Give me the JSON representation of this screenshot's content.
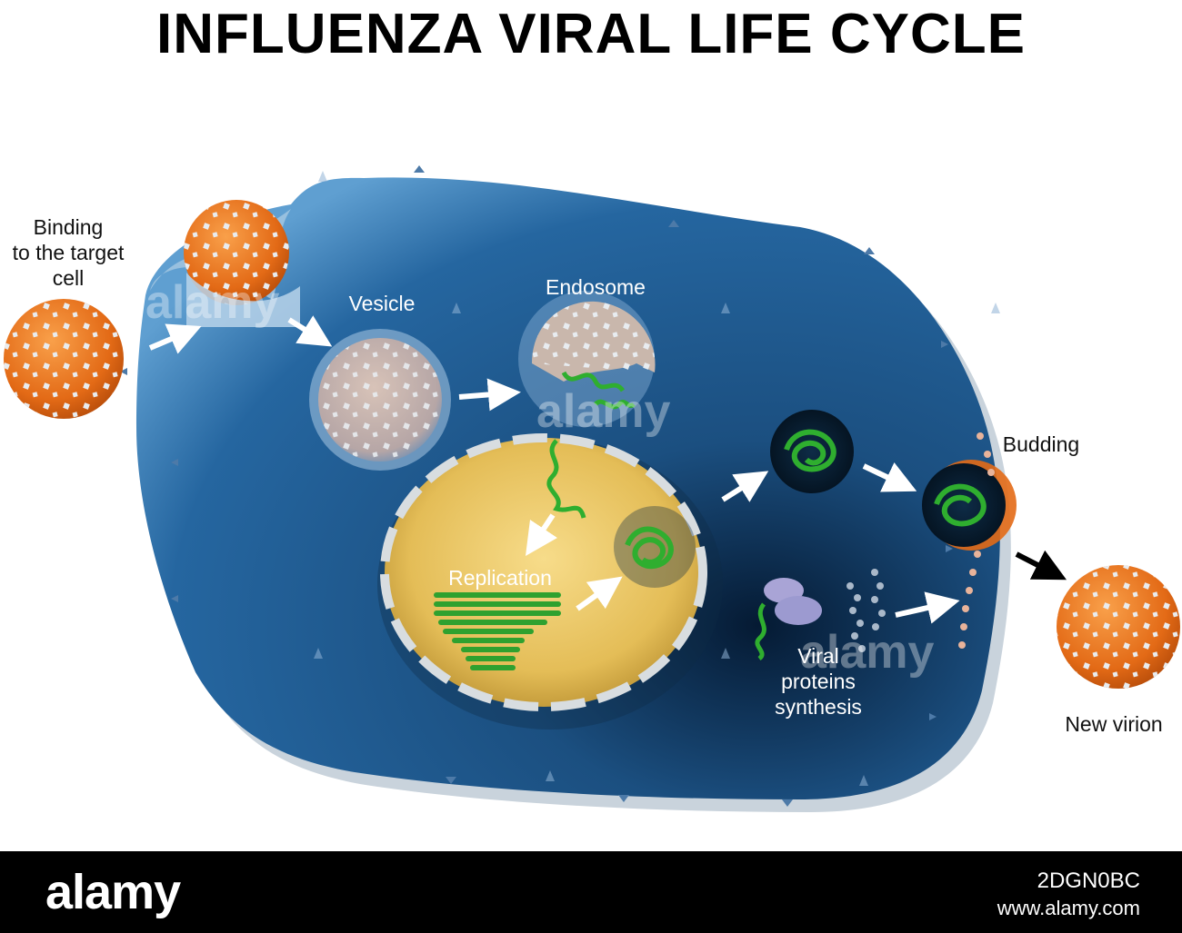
{
  "title": "INFLUENZA VIRAL LIFE CYCLE",
  "labels": {
    "binding": "Binding\nto the target\ncell",
    "vesicle": "Vesicle",
    "endosome": "Endosome",
    "replication": "Replication",
    "budding": "Budding",
    "viral_proteins": "Viral\nproteins\nsynthesis",
    "new_virion": "New virion"
  },
  "watermark": "alamy",
  "footer": {
    "brand": "alamy",
    "image_id": "2DGN0BC",
    "url": "www.alamy.com"
  },
  "colors": {
    "virion": "#e8701f",
    "spike": "#d9dde3",
    "cell": "#1e5a8c",
    "nucleus": "#e9c561",
    "rna": "#2fae2f",
    "arrow": "#ffffff",
    "exit_arrow": "#000000"
  }
}
